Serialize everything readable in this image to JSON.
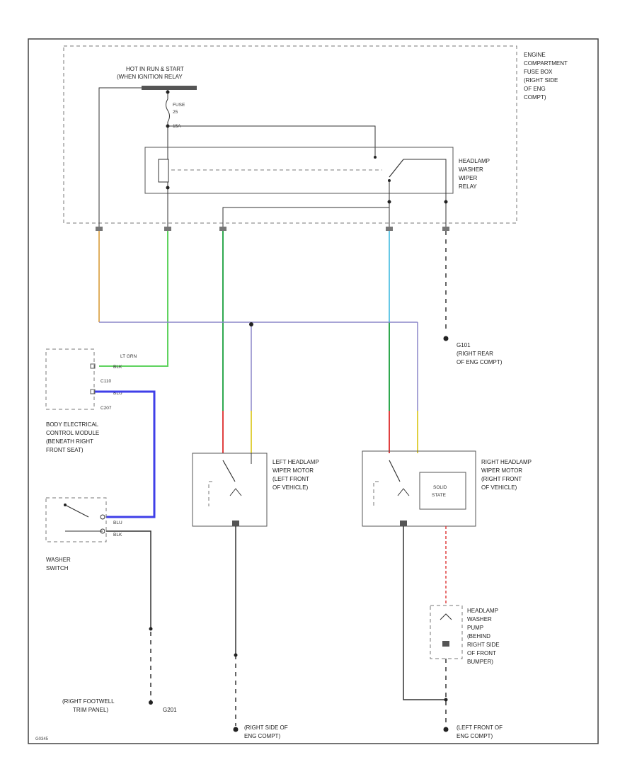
{
  "colors": {
    "orange": "#e0b060",
    "lightgreen": "#5fd35f",
    "green": "#2fa84f",
    "lightblue": "#66c8e6",
    "purple": "#8a86c8",
    "blue": "#3f3fe8",
    "red": "#e04040",
    "yellow": "#e0d040",
    "black": "#333333"
  },
  "labels": {
    "hot_source_1": "HOT IN RUN & START",
    "hot_source_2": "(WHEN IGNITION RELAY",
    "fuse_1": "FUSE",
    "fuse_2": "25",
    "fuse_3": "15A",
    "fuse_box_1": "ENGINE",
    "fuse_box_2": "COMPARTMENT",
    "fuse_box_3": "FUSE BOX",
    "fuse_box_4": "(RIGHT SIDE",
    "fuse_box_5": "OF ENG",
    "fuse_box_6": "COMPT)",
    "relay_1": "HEADLAMP",
    "relay_2": "WASHER",
    "relay_3": "WIPER",
    "relay_4": "RELAY",
    "ground_g101_1": "G101",
    "ground_g101_2": "(RIGHT REAR",
    "ground_g101_3": "OF ENG COMPT)",
    "bcm_wire_color": "LT GRN",
    "bcm_wire_1": "BLK",
    "bcm_wire_2": "BLU",
    "conn_c1": "C110",
    "conn_c2": "C207",
    "bcm_1": "BODY ELECTRICAL",
    "bcm_2": "CONTROL MODULE",
    "bcm_3": "(BENEATH RIGHT",
    "bcm_4": "FRONT SEAT)",
    "left_motor_1": "LEFT HEADLAMP",
    "left_motor_2": "WIPER MOTOR",
    "left_motor_3": "(LEFT FRONT",
    "left_motor_4": "OF VEHICLE)",
    "right_motor_1": "RIGHT HEADLAMP",
    "right_motor_2": "WIPER MOTOR",
    "right_motor_3": "(RIGHT FRONT",
    "right_motor_4": "OF VEHICLE)",
    "solid_state_1": "SOLID",
    "solid_state_2": "STATE",
    "switch_1": "WASHER",
    "switch_2": "SWITCH",
    "pump_1": "HEADLAMP",
    "pump_2": "WASHER",
    "pump_3": "PUMP",
    "pump_4": "(BEHIND",
    "pump_5": "RIGHT SIDE",
    "pump_6": "OF FRONT",
    "pump_7": "BUMPER)",
    "footwell_1": "(RIGHT FOOTWELL",
    "footwell_2": "TRIM PANEL)",
    "g_footwell": "G201",
    "gnd_left_1": "(RIGHT SIDE OF",
    "gnd_left_2": "ENG COMPT)",
    "gnd_right_1": "(LEFT FRONT OF",
    "gnd_right_2": "ENG COMPT)",
    "footer_code": "G0345"
  }
}
